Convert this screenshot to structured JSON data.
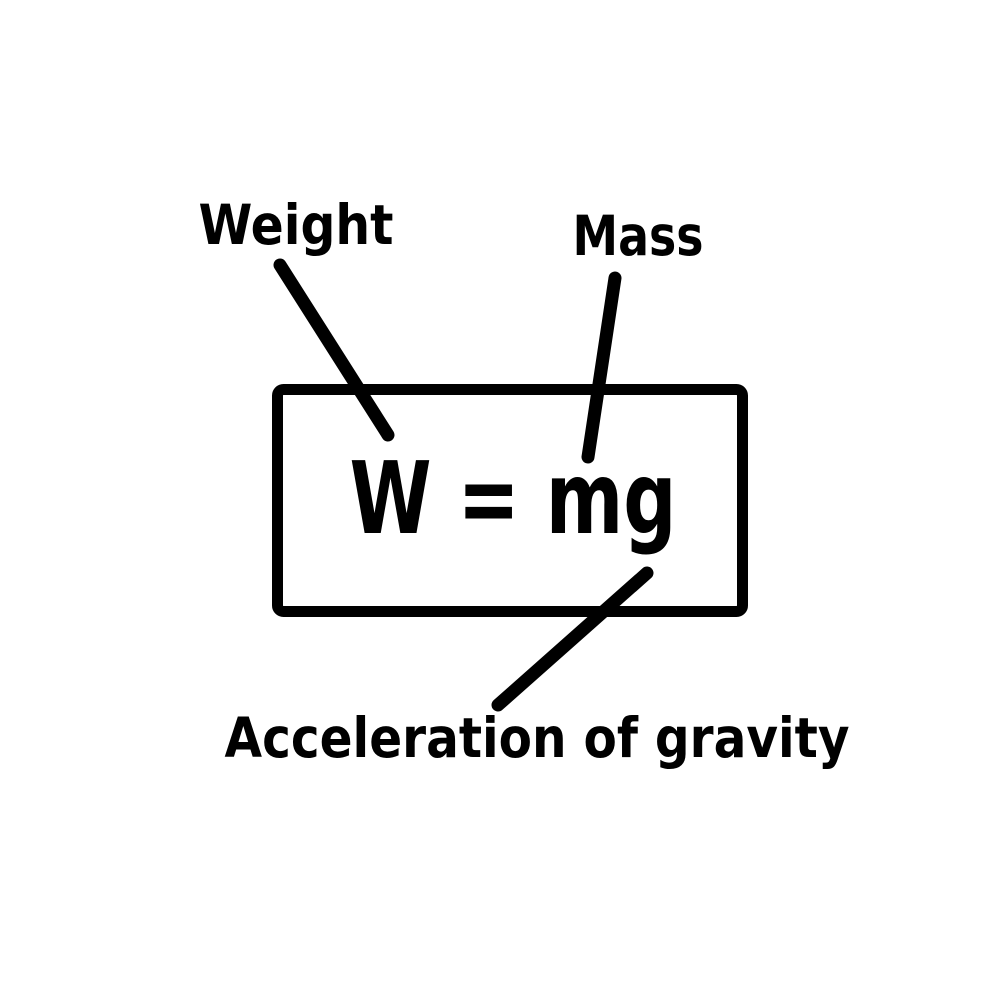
{
  "colors": {
    "ink": "#000000",
    "paper": "#ffffff"
  },
  "diagram": {
    "formula": "W = mg",
    "labels": {
      "weight": "Weight",
      "mass": "Mass",
      "gravity": "Acceleration of gravity"
    }
  }
}
